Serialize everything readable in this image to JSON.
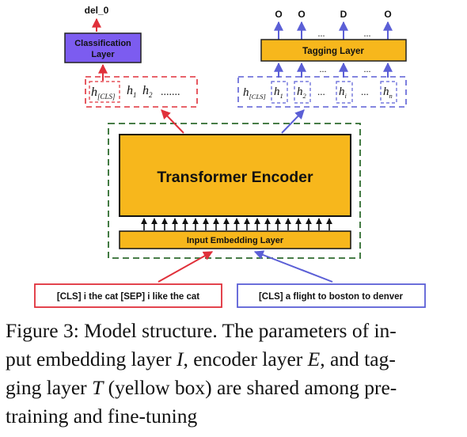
{
  "outputs": {
    "classification_output": "del_0",
    "tag_outputs": [
      "O",
      "O",
      "D",
      "O"
    ],
    "tag_gap_dots": [
      "...",
      "..."
    ]
  },
  "layers": {
    "classification_layer": [
      "Classification",
      "Layer"
    ],
    "tagging_layer": "Tagging Layer",
    "transformer_encoder": "Transformer Encoder",
    "input_embedding_layer": "Input Embedding Layer"
  },
  "hidden_left": {
    "h_cls_main": "h",
    "h_cls_sub": "[CLS]",
    "h1_main": "h",
    "h1_sub": "1",
    "h2_main": "h",
    "h2_sub": "2",
    "dots": "......."
  },
  "hidden_right": {
    "h_cls_main": "h",
    "h_cls_sub": "[CLS]",
    "h1_main": "h",
    "h1_sub": "1",
    "h2_main": "h",
    "h2_sub": "2",
    "dots_a": "...",
    "hi_main": "h",
    "hi_sub": "i",
    "dots_b": "...",
    "hn_main": "h",
    "hn_sub": "n",
    "mid_dots": [
      "...",
      "..."
    ]
  },
  "inputs": {
    "pretrain_input": "[CLS] i the cat [SEP] i like the cat",
    "finetune_input": "[CLS] a flight to boston to denver"
  },
  "caption": {
    "line1": "Figure 3: Model structure. The parameters of in-",
    "line2_a": "put embedding layer ",
    "line2_I": "I",
    "line2_b": ", encoder layer ",
    "line2_E": "E",
    "line2_c": ", and tag-",
    "line3_a": "ging layer ",
    "line3_T": "T",
    "line3_b": " (yellow box) are shared among pre-",
    "line4": "training and fine-tuning"
  },
  "colors": {
    "red": "#e0303a",
    "blue": "#5b5fd6",
    "yellow": "#f7b71c",
    "purple": "#7c5cf0",
    "green_dash": "#2e6b2e"
  }
}
